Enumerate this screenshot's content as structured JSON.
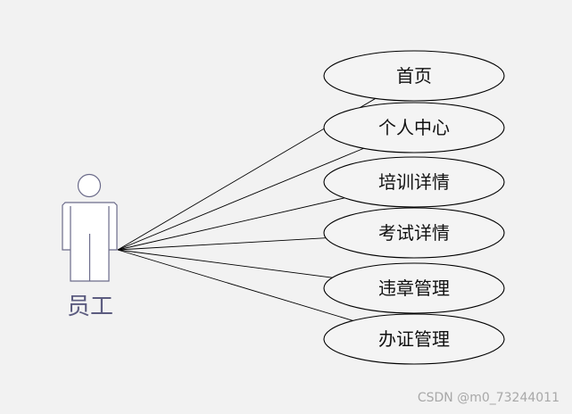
{
  "actor": {
    "label": "员工"
  },
  "use_cases": [
    {
      "label": "首页"
    },
    {
      "label": "个人中心"
    },
    {
      "label": "培训详情"
    },
    {
      "label": "考试详情"
    },
    {
      "label": "违章管理"
    },
    {
      "label": "办证管理"
    }
  ],
  "watermark": "CSDN @m0_73244011",
  "colors": {
    "background": "#f2f2f2",
    "actor_stroke": "#6b6b8a",
    "actor_label": "#5c5c80",
    "ellipse_fill": "#f4f4f4",
    "line": "#000000"
  }
}
